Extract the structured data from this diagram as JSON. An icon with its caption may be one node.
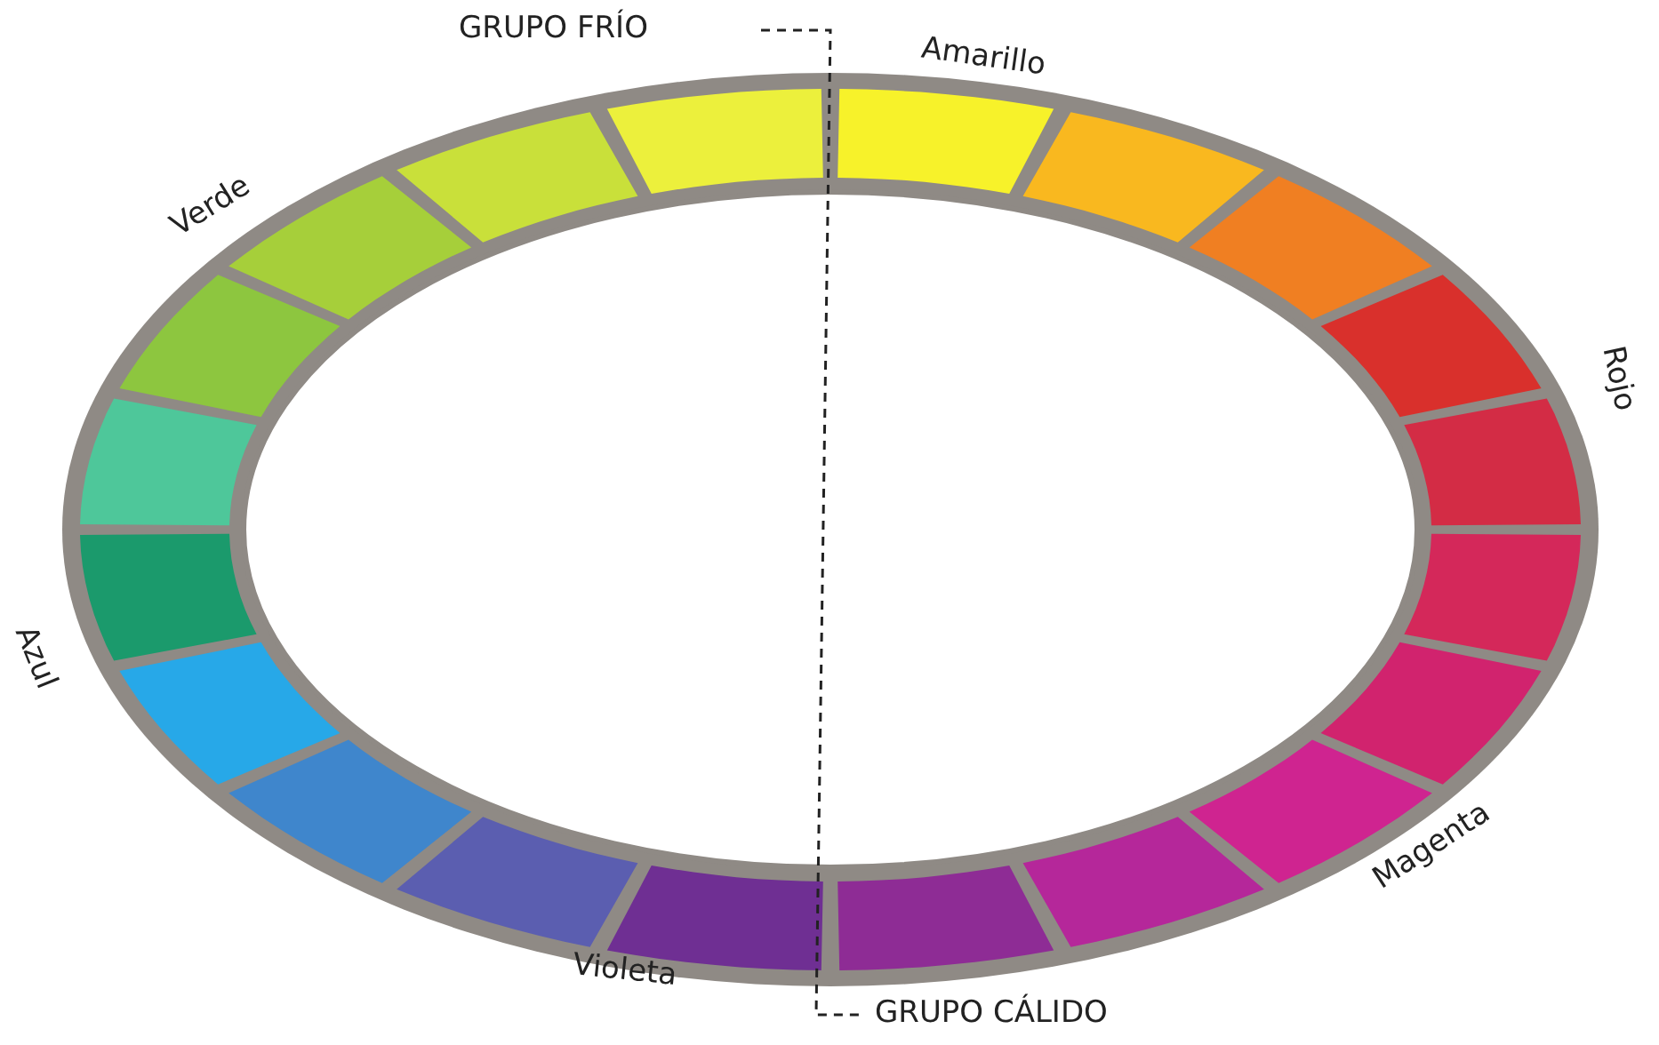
{
  "diagram": {
    "labels": [
      "GRUPO FRÍO",
      "Amarillo",
      "Verde",
      "Rojo",
      "Azul",
      "Magenta",
      "Violeta",
      "GRUPO CÁLIDO"
    ]
  }
}
